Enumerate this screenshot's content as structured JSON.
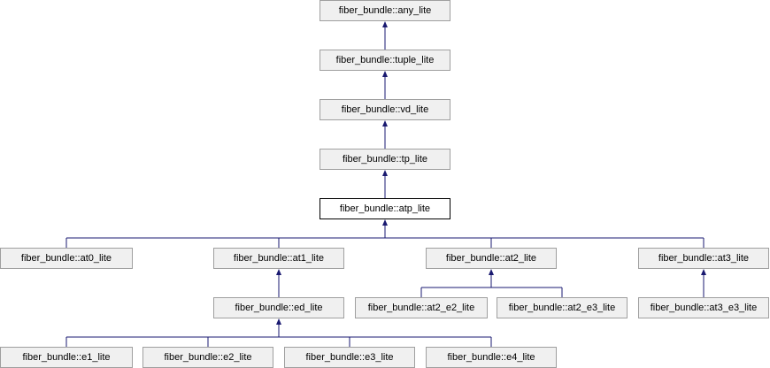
{
  "diagram": {
    "colors": {
      "edge": "#191970",
      "node_fill": "#f0f0f0",
      "node_border": "#9f9f9f",
      "current_fill": "#ffffff",
      "current_border": "#000000"
    },
    "nodes": [
      {
        "id": "any_lite",
        "label": "fiber_bundle::any_lite"
      },
      {
        "id": "tuple_lite",
        "label": "fiber_bundle::tuple_lite"
      },
      {
        "id": "vd_lite",
        "label": "fiber_bundle::vd_lite"
      },
      {
        "id": "tp_lite",
        "label": "fiber_bundle::tp_lite"
      },
      {
        "id": "atp_lite",
        "label": "fiber_bundle::atp_lite",
        "current": true
      },
      {
        "id": "at0_lite",
        "label": "fiber_bundle::at0_lite"
      },
      {
        "id": "at1_lite",
        "label": "fiber_bundle::at1_lite"
      },
      {
        "id": "at2_lite",
        "label": "fiber_bundle::at2_lite"
      },
      {
        "id": "at3_lite",
        "label": "fiber_bundle::at3_lite"
      },
      {
        "id": "ed_lite",
        "label": "fiber_bundle::ed_lite"
      },
      {
        "id": "at2_e2_lite",
        "label": "fiber_bundle::at2_e2_lite"
      },
      {
        "id": "at2_e3_lite",
        "label": "fiber_bundle::at2_e3_lite"
      },
      {
        "id": "at3_e3_lite",
        "label": "fiber_bundle::at3_e3_lite"
      },
      {
        "id": "e1_lite",
        "label": "fiber_bundle::e1_lite"
      },
      {
        "id": "e2_lite",
        "label": "fiber_bundle::e2_lite"
      },
      {
        "id": "e3_lite",
        "label": "fiber_bundle::e3_lite"
      },
      {
        "id": "e4_lite",
        "label": "fiber_bundle::e4_lite"
      }
    ],
    "edges": [
      {
        "from": "tuple_lite",
        "to": "any_lite"
      },
      {
        "from": "vd_lite",
        "to": "tuple_lite"
      },
      {
        "from": "tp_lite",
        "to": "vd_lite"
      },
      {
        "from": "atp_lite",
        "to": "tp_lite"
      },
      {
        "from": "at0_lite",
        "to": "atp_lite"
      },
      {
        "from": "at1_lite",
        "to": "atp_lite"
      },
      {
        "from": "at2_lite",
        "to": "atp_lite"
      },
      {
        "from": "at3_lite",
        "to": "atp_lite"
      },
      {
        "from": "ed_lite",
        "to": "at1_lite"
      },
      {
        "from": "at2_e2_lite",
        "to": "at2_lite"
      },
      {
        "from": "at2_e3_lite",
        "to": "at2_lite"
      },
      {
        "from": "at3_e3_lite",
        "to": "at3_lite"
      },
      {
        "from": "e1_lite",
        "to": "ed_lite"
      },
      {
        "from": "e2_lite",
        "to": "ed_lite"
      },
      {
        "from": "e3_lite",
        "to": "ed_lite"
      },
      {
        "from": "e4_lite",
        "to": "ed_lite"
      }
    ]
  }
}
